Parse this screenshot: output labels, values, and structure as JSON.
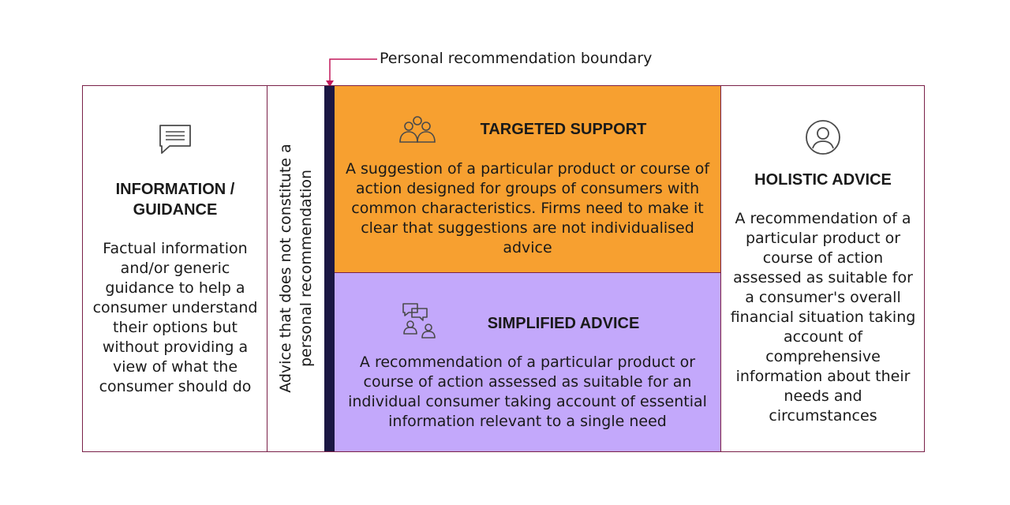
{
  "boundary": {
    "label": "Personal recommendation boundary",
    "arrow_color": "#c2185b"
  },
  "colors": {
    "frame_border": "#7a2048",
    "boundary_bar": "#1b1743",
    "targeted_support_bg": "#f7a030",
    "simplified_advice_bg": "#c3a8fb",
    "icon_stroke": "#4a4a4a"
  },
  "information": {
    "icon": "chat-bubble-icon",
    "title": "INFORMATION / GUIDANCE",
    "description": "Factual information and/or generic guidance to help a consumer understand their options but without providing a view of what the consumer should do"
  },
  "non_recommendation": {
    "text": "Advice that does not constitute a personal recommendation"
  },
  "targeted_support": {
    "icon": "group-icon",
    "title": "TARGETED SUPPORT",
    "description": "A suggestion of a particular product or course of action designed for groups of consumers with common characteristics. Firms need to make it clear that suggestions are not individualised advice"
  },
  "simplified_advice": {
    "icon": "people-chat-icon",
    "title": "SIMPLIFIED ADVICE",
    "description": "A recommendation of a particular product or course of action assessed as suitable for an individual consumer taking account of essential information relevant to a single need"
  },
  "holistic_advice": {
    "icon": "user-circle-icon",
    "title": "HOLISTIC ADVICE",
    "description": "A recommendation of a particular product or course of action assessed as suitable for a consumer's overall financial situation taking account of comprehensive information about their needs and circumstances"
  }
}
